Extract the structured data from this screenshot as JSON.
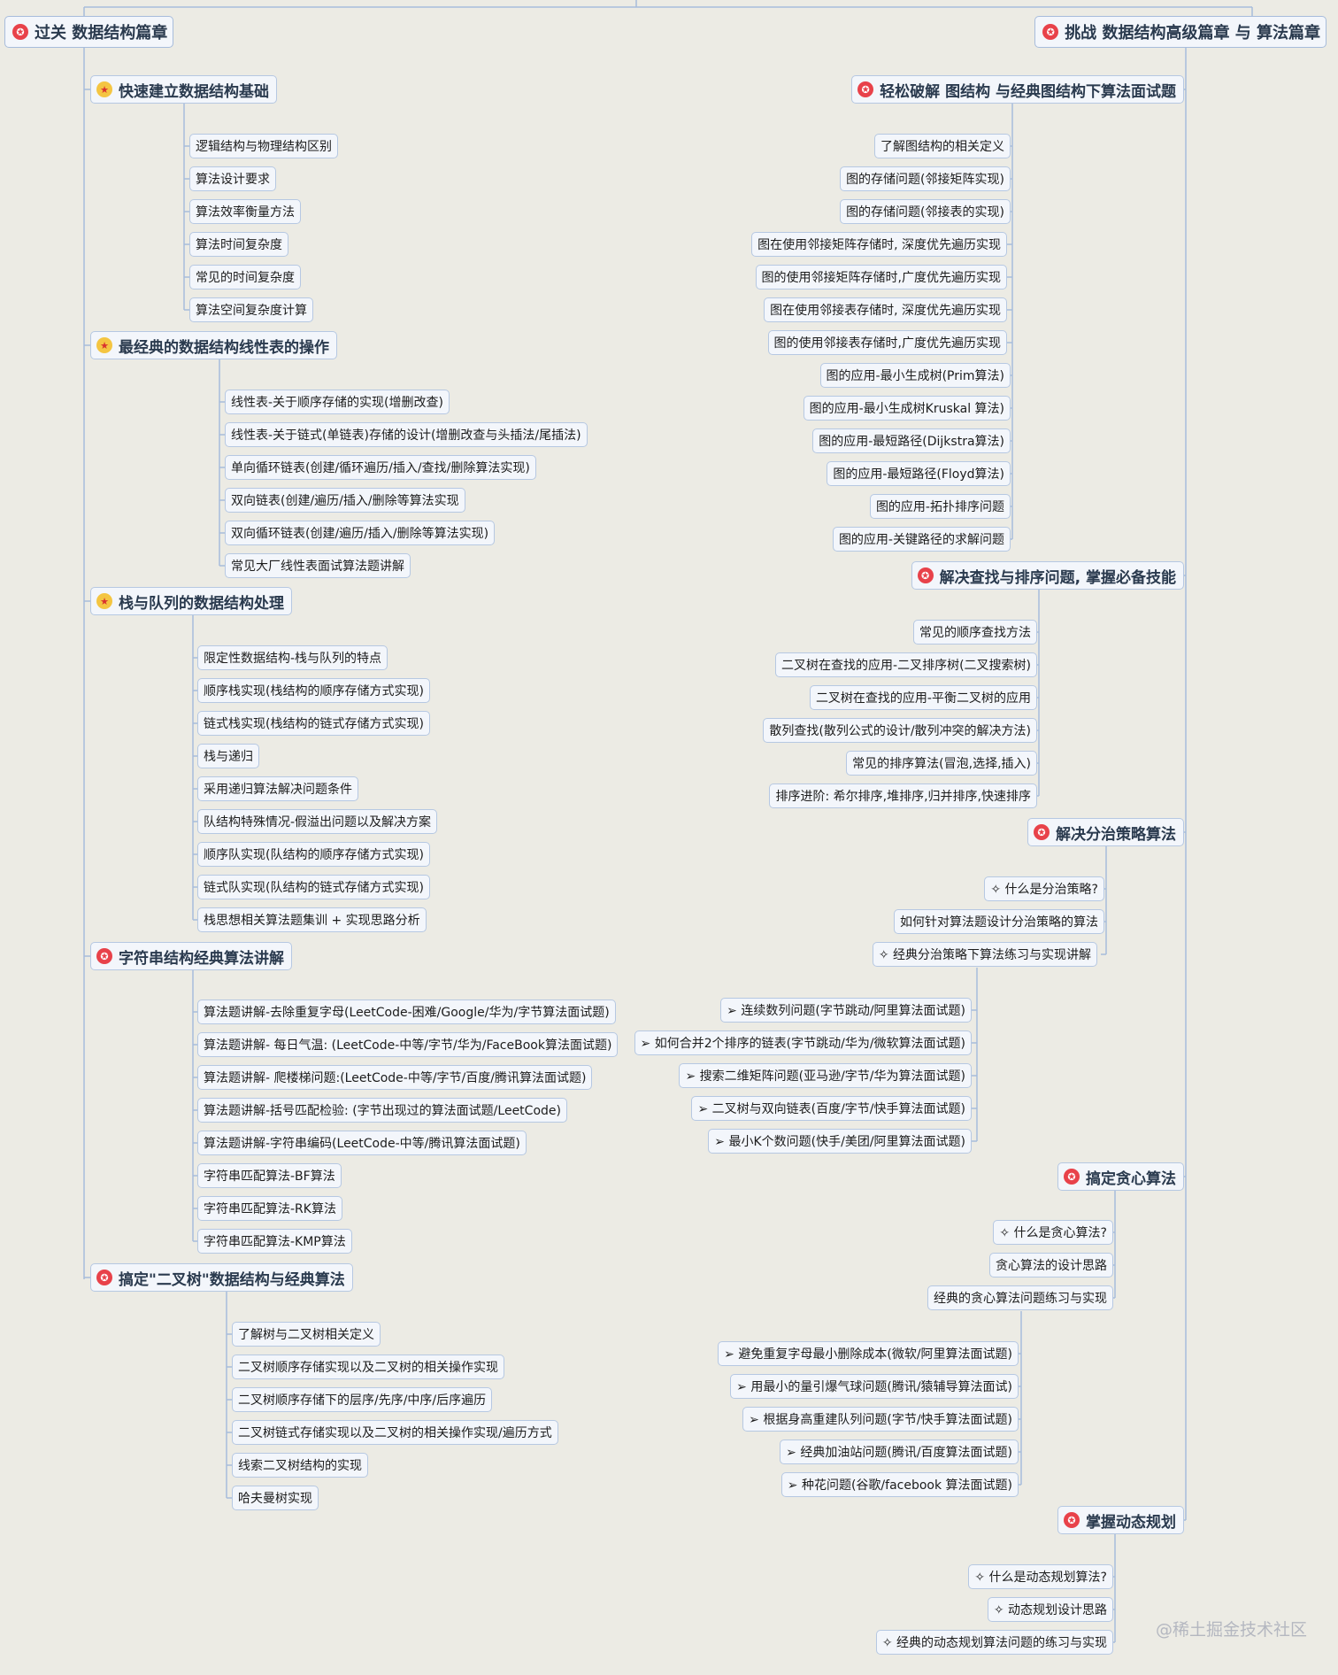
{
  "colors": {
    "background": "#ecebe4",
    "node_fill": "#f3f6fb",
    "node_border": "#b6c8e2",
    "connector": "#a7bcdb",
    "icon_red": "#e8424a",
    "icon_yellow": "#f4c542"
  },
  "left_root": {
    "label": "过关 数据结构篇章",
    "icon": "red-badge-icon"
  },
  "right_root": {
    "label": "挑战 数据结构高级篇章 与 算法篇章",
    "icon": "red-badge-icon"
  },
  "left": [
    {
      "label": "快速建立数据结构基础",
      "icon": "yellow-star-icon",
      "children": [
        "逻辑结构与物理结构区别",
        "算法设计要求",
        "算法效率衡量方法",
        "算法时间复杂度",
        "常见的时间复杂度",
        "算法空间复杂度计算"
      ]
    },
    {
      "label": "最经典的数据结构线性表的操作",
      "icon": "yellow-star-icon",
      "children": [
        "线性表-关于顺序存储的实现(增删改查)",
        "线性表-关于链式(单链表)存储的设计(增删改查与头插法/尾插法)",
        "单向循环链表(创建/循环遍历/插入/查找/删除算法实现)",
        "双向链表(创建/遍历/插入/删除等算法实现",
        "双向循环链表(创建/遍历/插入/删除等算法实现)",
        "常见大厂线性表面试算法题讲解"
      ]
    },
    {
      "label": "栈与队列的数据结构处理",
      "icon": "yellow-star-icon",
      "children": [
        "限定性数据结构-栈与队列的特点",
        "顺序栈实现(栈结构的顺序存储方式实现)",
        "链式栈实现(栈结构的链式存储方式实现)",
        "栈与递归",
        "采用递归算法解决问题条件",
        "队结构特殊情况-假溢出问题以及解决方案",
        "顺序队实现(队结构的顺序存储方式实现)",
        "链式队实现(队结构的链式存储方式实现)",
        "栈思想相关算法题集训 + 实现思路分析"
      ]
    },
    {
      "label": "字符串结构经典算法讲解",
      "icon": "red-badge-icon",
      "children": [
        "算法题讲解-去除重复字母(LeetCode-困难/Google/华为/字节算法面试题)",
        "算法题讲解- 每日气温: (LeetCode-中等/字节/华为/FaceBook算法面试题)",
        "算法题讲解- 爬楼梯问题:(LeetCode-中等/字节/百度/腾讯算法面试题)",
        "算法题讲解-括号匹配检验: (字节出现过的算法面试题/LeetCode)",
        "算法题讲解-字符串编码(LeetCode-中等/腾讯算法面试题)",
        "字符串匹配算法-BF算法",
        "字符串匹配算法-RK算法",
        "字符串匹配算法-KMP算法"
      ]
    },
    {
      "label": "搞定\"二叉树\"数据结构与经典算法",
      "icon": "red-badge-icon",
      "children": [
        "了解树与二叉树相关定义",
        "二叉树顺序存储实现以及二叉树的相关操作实现",
        "二叉树顺序存储下的层序/先序/中序/后序遍历",
        "二叉树链式存储实现以及二叉树的相关操作实现/遍历方式",
        "线索二叉树结构的实现",
        "哈夫曼树实现"
      ]
    }
  ],
  "right": [
    {
      "label": "轻松破解 图结构 与经典图结构下算法面试题",
      "icon": "red-badge-icon",
      "children": [
        "了解图结构的相关定义",
        "图的存储问题(邻接矩阵实现)",
        "图的存储问题(邻接表的实现)",
        "图在使用邻接矩阵存储时, 深度优先遍历实现",
        "图的使用邻接矩阵存储时,广度优先遍历实现",
        "图在使用邻接表存储时, 深度优先遍历实现",
        "图的使用邻接表存储时,广度优先遍历实现",
        "图的应用-最小生成树(Prim算法)",
        "图的应用-最小生成树Kruskal 算法)",
        "图的应用-最短路径(Dijkstra算法)",
        "图的应用-最短路径(Floyd算法)",
        "图的应用-拓扑排序问题",
        "图的应用-关键路径的求解问题"
      ]
    },
    {
      "label": "解决查找与排序问题, 掌握必备技能",
      "icon": "red-badge-icon",
      "children": [
        "常见的顺序查找方法",
        "二叉树在查找的应用-二叉排序树(二叉搜索树)",
        "二叉树在查找的应用-平衡二叉树的应用",
        "散列查找(散列公式的设计/散列冲突的解决方法)",
        "常见的排序算法(冒泡,选择,插入)",
        "排序进阶: 希尔排序,堆排序,归并排序,快速排序"
      ]
    },
    {
      "label": "解决分治策略算法",
      "icon": "red-badge-icon",
      "children": [
        "✧ 什么是分治策略?",
        "如何针对算法题设计分治策略的算法",
        "✧ 经典分治策略下算法练习与实现讲解"
      ],
      "sub": [
        "➢ 连续数列问题(字节跳动/阿里算法面试题)",
        "➢ 如何合并2个排序的链表(字节跳动/华为/微软算法面试题)",
        "➢ 搜索二维矩阵问题(亚马逊/字节/华为算法面试题)",
        "➢ 二叉树与双向链表(百度/字节/快手算法面试题)",
        "➢ 最小K个数问题(快手/美团/阿里算法面试题)"
      ]
    },
    {
      "label": "搞定贪心算法",
      "icon": "red-badge-icon",
      "children": [
        "✧ 什么是贪心算法?",
        "贪心算法的设计思路",
        "经典的贪心算法问题练习与实现"
      ],
      "sub": [
        "➢ 避免重复字母最小删除成本(微软/阿里算法面试题)",
        "➢ 用最小的量引爆气球问题(腾讯/猿辅导算法面试)",
        "➢ 根据身高重建队列问题(字节/快手算法面试题)",
        "➢ 经典加油站问题(腾讯/百度算法面试题)",
        "➢ 种花问题(谷歌/facebook 算法面试题)"
      ]
    },
    {
      "label": "掌握动态规划",
      "icon": "red-badge-icon",
      "children": [
        "✧ 什么是动态规划算法?",
        "✧ 动态规划设计思路",
        "✧ 经典的动态规划算法问题的练习与实现"
      ]
    }
  ],
  "watermark": "@稀土掘金技术社区"
}
